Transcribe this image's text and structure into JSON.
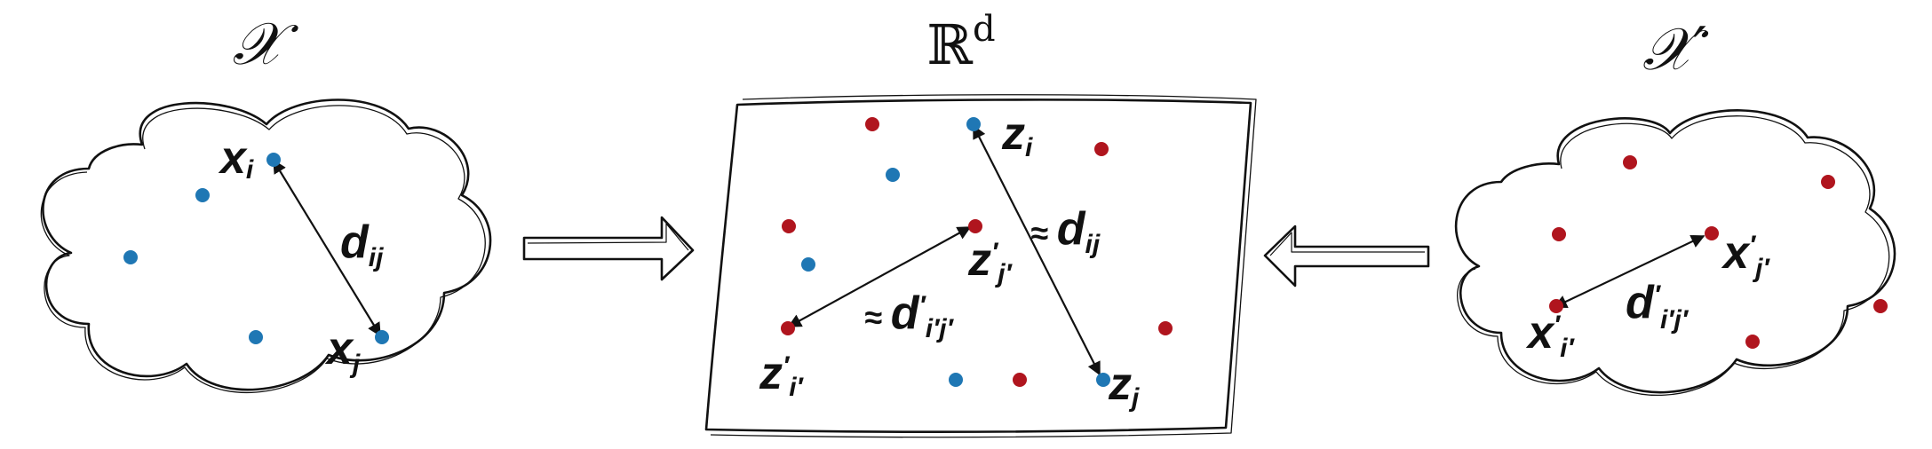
{
  "titles": {
    "left": "𝒳",
    "center": "ℝ",
    "center_sup": "d",
    "right": "𝒳′"
  },
  "colors": {
    "blue": "#1f77b4",
    "red": "#b0151e",
    "stroke": "#111111"
  },
  "labels": {
    "x_i": {
      "base": "x",
      "sub": "i"
    },
    "x_j": {
      "base": "x",
      "sub": "j"
    },
    "d_ij": {
      "base": "d",
      "sub": "ij"
    },
    "z_i": {
      "base": "z",
      "sub": "i"
    },
    "z_j": {
      "base": "z",
      "sub": "j"
    },
    "approx_d_ij": {
      "prefix": "≈ ",
      "base": "d",
      "sub": "ij"
    },
    "z_jp": {
      "base": "z",
      "sup": "′",
      "sub": "j′"
    },
    "z_ip": {
      "base": "z",
      "sup": "′",
      "sub": "i′"
    },
    "approx_d_ipjp": {
      "prefix": "≈ ",
      "base": "d",
      "sup": "′",
      "sub": "i′j′"
    },
    "x_jp": {
      "base": "x",
      "sup": "′",
      "sub": "j′"
    },
    "x_ip": {
      "base": "x",
      "sup": "′",
      "sub": "i′"
    },
    "d_ipjp": {
      "base": "d",
      "sup": "′",
      "sub": "i′j′"
    }
  }
}
